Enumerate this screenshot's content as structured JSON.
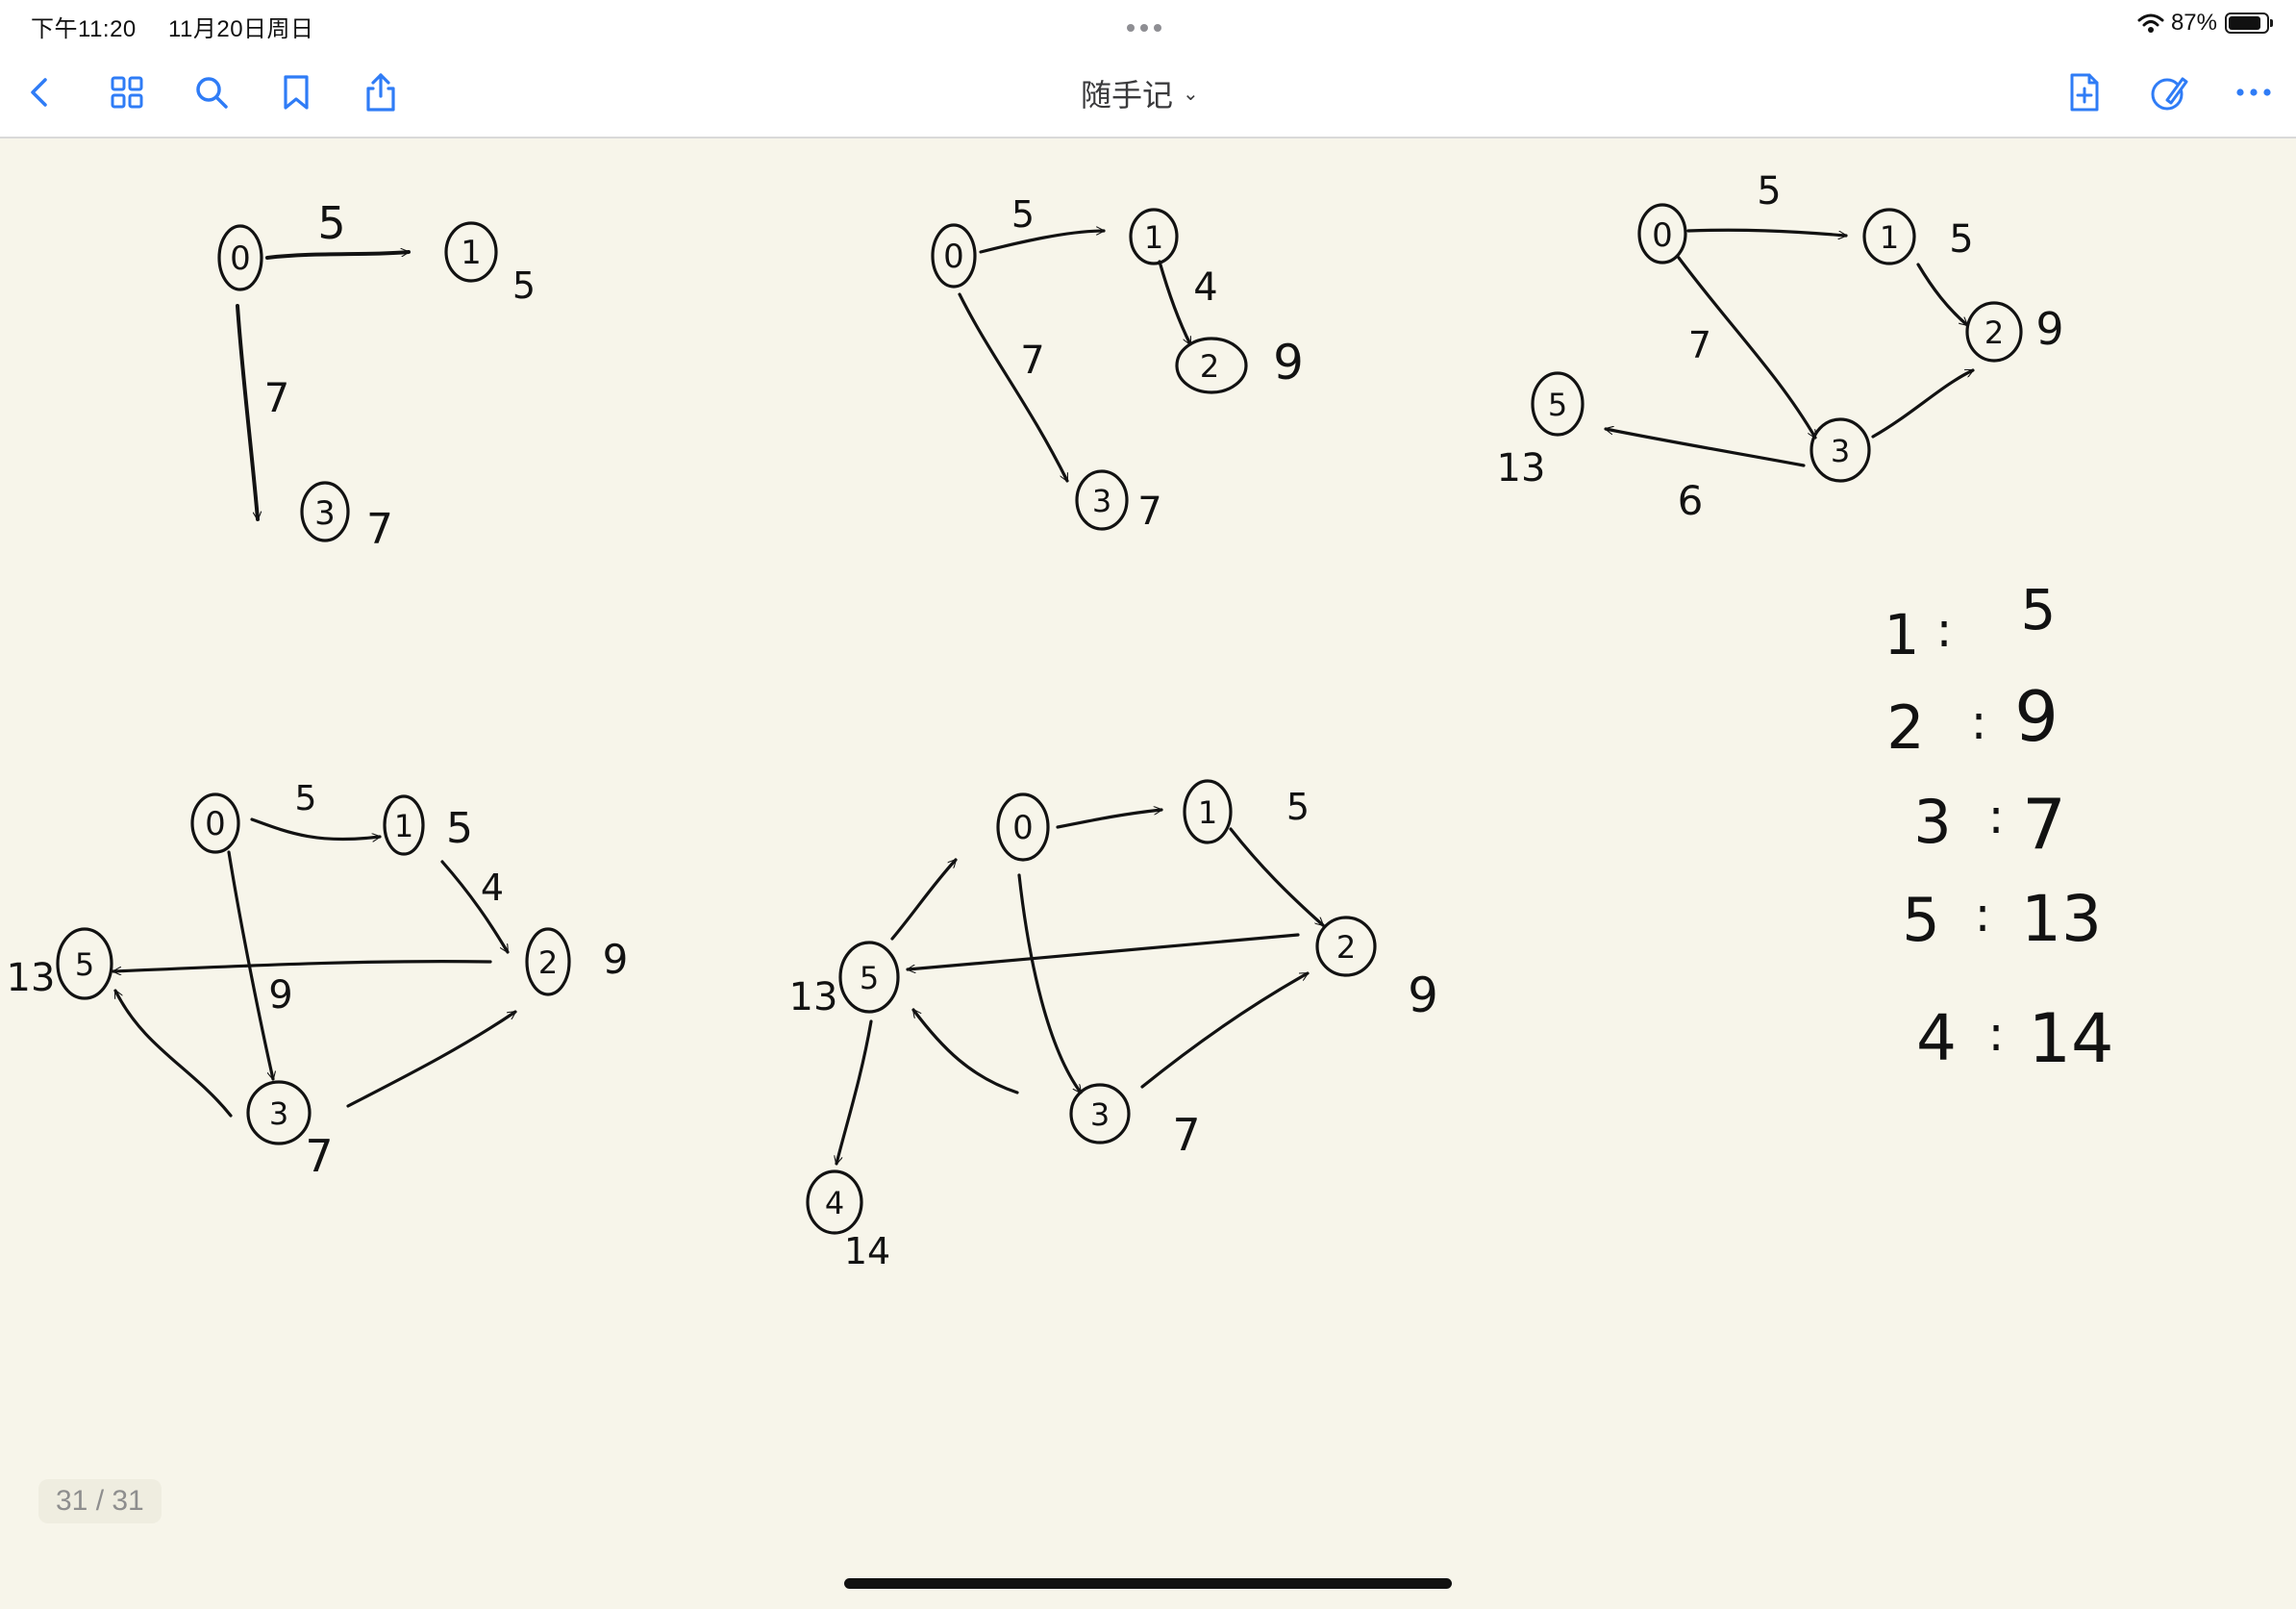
{
  "status_bar": {
    "time": "下午11:20",
    "date": "11月20日周日",
    "battery": "87%",
    "battery_level": 0.87
  },
  "toolbar": {
    "title": "随手记",
    "accent_color": "#2f7cf6",
    "left_icons": [
      "back-chevron-icon",
      "grid-view-icon",
      "search-icon",
      "bookmark-icon",
      "share-icon"
    ],
    "right_icons": [
      "new-page-icon",
      "pen-edit-icon",
      "more-icon"
    ]
  },
  "page": {
    "counter": "31 / 31"
  },
  "handwriting": {
    "diagram1": {
      "nodes": [
        "0",
        "1",
        "3"
      ],
      "labels": [
        "5",
        "7",
        "5",
        "7"
      ]
    },
    "diagram2": {
      "nodes": [
        "0",
        "1",
        "2",
        "3"
      ],
      "labels": [
        "5",
        "4",
        "7",
        "9",
        "7"
      ]
    },
    "diagram3": {
      "nodes": [
        "0",
        "1",
        "2",
        "3",
        "5"
      ],
      "labels": [
        "5",
        "5",
        "9",
        "7",
        "6",
        "13"
      ]
    },
    "diagram4": {
      "nodes": [
        "0",
        "1",
        "2",
        "3",
        "5"
      ],
      "labels": [
        "5",
        "5",
        "4",
        "9",
        "9",
        "13",
        "7"
      ]
    },
    "diagram5": {
      "nodes": [
        "0",
        "1",
        "2",
        "3",
        "5",
        "4"
      ],
      "labels": [
        "5",
        "9",
        "7",
        "13",
        "14"
      ]
    },
    "results": [
      {
        "node": "1",
        "value": "5"
      },
      {
        "node": "2",
        "value": "9"
      },
      {
        "node": "3",
        "value": "7"
      },
      {
        "node": "5",
        "value": "13"
      },
      {
        "node": "4",
        "value": "14"
      }
    ]
  }
}
